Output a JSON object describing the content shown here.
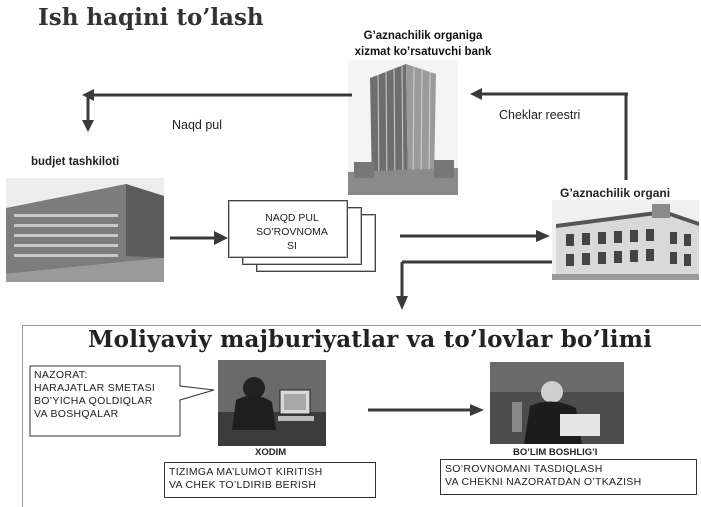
{
  "title": "Ish haqini to’lash",
  "nodes": {
    "bank_line1": "G’aznachilik organiga",
    "bank_line2": "xizmat ko’rsatuvchi bank",
    "budget_org": "budjet tashkiloti",
    "treasury": "G’aznachilik organi"
  },
  "edges": {
    "cash": "Naqd pul",
    "checks": "Cheklar reestri"
  },
  "document": {
    "line1": "NAQD PUL",
    "line2": "SO’ROVNOMA",
    "line3": "SI"
  },
  "department": {
    "title": "Moliyaviy majburiyatlar va to’lovlar bo’limi",
    "control_box": [
      "NAZORAT:",
      "HARAJATLAR SMETASI",
      "BO’YICHA QOLDIQLAR",
      "VA BOSHQALAR"
    ],
    "employee_label": "XODIM",
    "head_label": "BO’LIM BOSHLIG’I",
    "employee_box": [
      "TIZIMGA MA’LUMOT KIRITISH",
      "VA CHEK TO’LDIRIB BERISH"
    ],
    "head_box": [
      "SO’ROVNOMANI TASDIQLASH",
      "VA CHEKNI NAZORATDAN O’TKAZISH"
    ]
  },
  "colors": {
    "arrow": "#3a3a3a",
    "frame": "#999999"
  }
}
